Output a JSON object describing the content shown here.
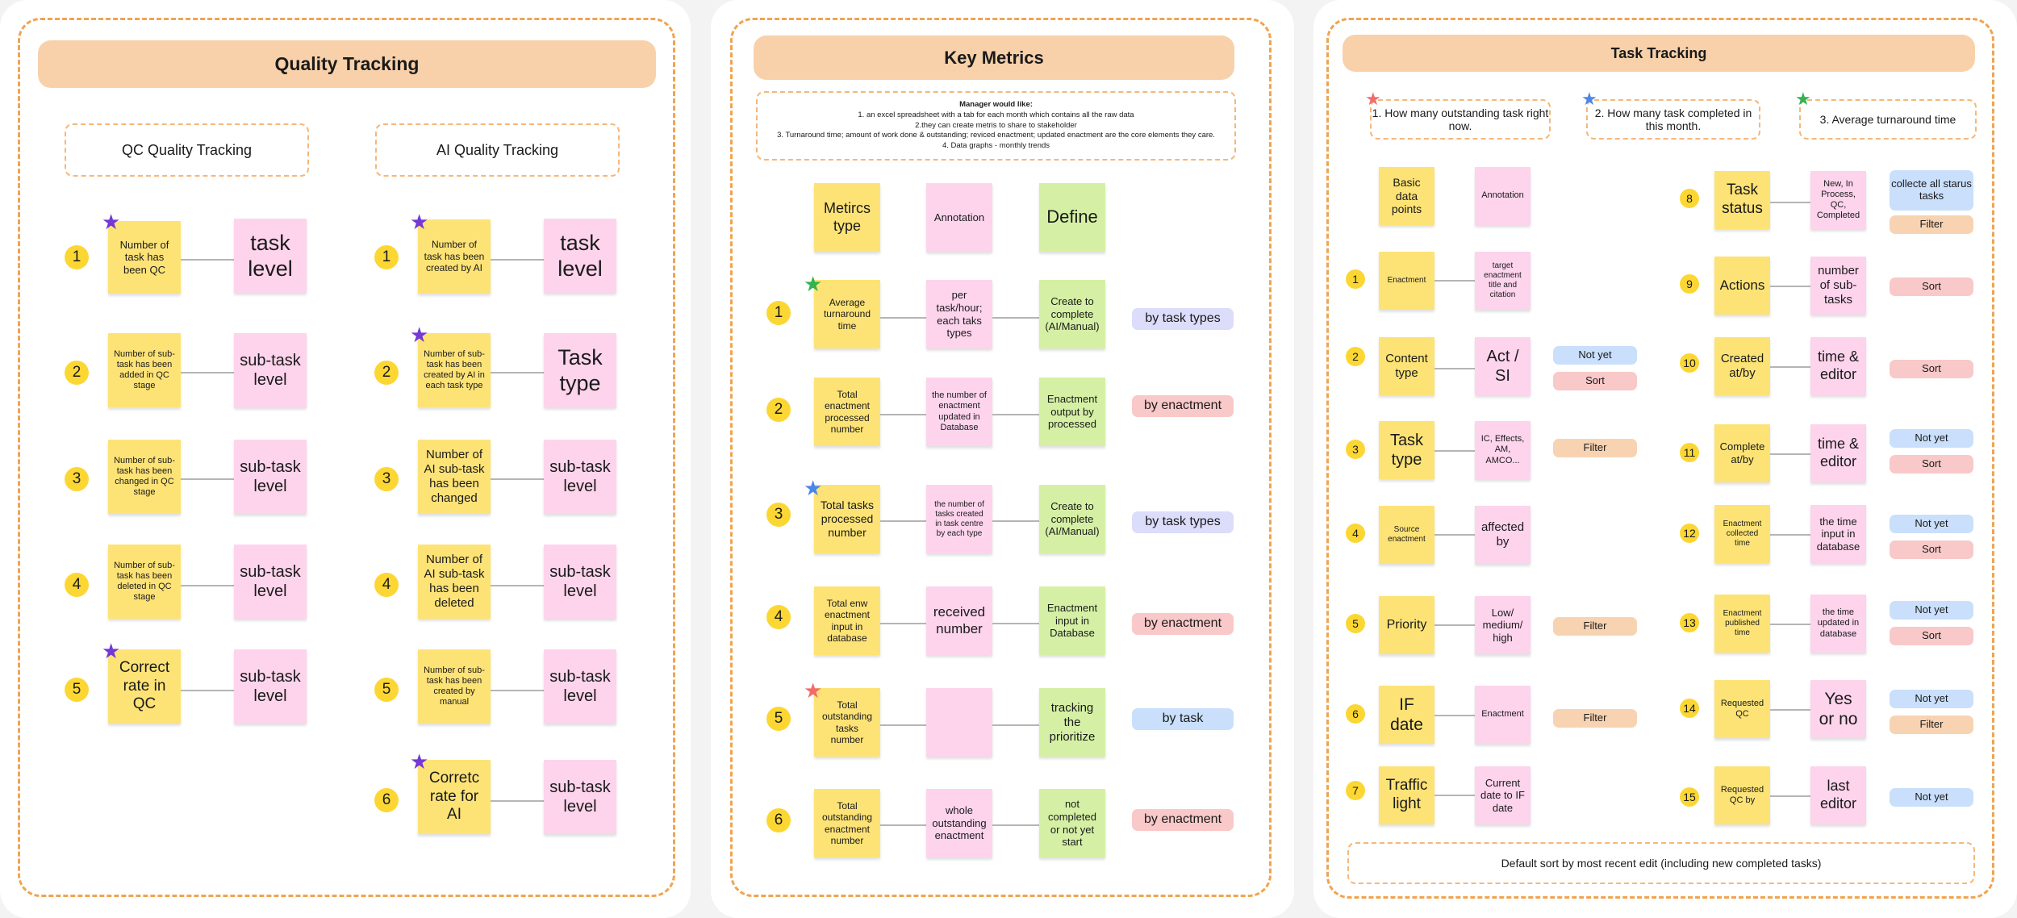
{
  "colors": {
    "frame_dash": "#f0a451",
    "title_bar": "#f8d1aa",
    "sticky_yellow": "#fde376",
    "sticky_pink": "#fdd4ec",
    "sticky_green": "#d5f0a4",
    "number_badge": "#fcd734",
    "tag_purple": "#dcdcfb",
    "tag_red": "#f9c8c8",
    "tag_blue": "#c9dffb",
    "tag_orange": "#f8d3b2",
    "star_purple": "#7338d6",
    "star_green": "#33b24f",
    "star_blue": "#4a86e8",
    "star_red": "#f26b6b"
  },
  "quality": {
    "title": "Quality Tracking",
    "qc_header": "QC Quality Tracking",
    "ai_header": "AI Quality Tracking",
    "qc_rows": [
      {
        "num": "1",
        "left": "Number of task has been QC",
        "right": "task level"
      },
      {
        "num": "2",
        "left": "Number of sub-task has been added in QC stage",
        "right": "sub-task level"
      },
      {
        "num": "3",
        "left": "Number of sub-task has been changed in QC stage",
        "right": "sub-task level"
      },
      {
        "num": "4",
        "left": "Number of sub-task has been deleted in QC stage",
        "right": "sub-task level"
      },
      {
        "num": "5",
        "left": "Correct rate in QC",
        "right": "sub-task level"
      }
    ],
    "ai_rows": [
      {
        "num": "1",
        "left": "Number of task has been created by AI",
        "right": "task level"
      },
      {
        "num": "2",
        "left": "Number of sub-task has been created by AI in each task type",
        "right": "Task type"
      },
      {
        "num": "3",
        "left": "Number of AI sub-task has been changed",
        "right": "sub-task level"
      },
      {
        "num": "4",
        "left": "Number of AI sub-task has been deleted",
        "right": "sub-task level"
      },
      {
        "num": "5",
        "left": "Number of sub-task has been created by manual",
        "right": "sub-task level"
      },
      {
        "num": "6",
        "left": "Corretc rate for AI",
        "right": "sub-task level"
      }
    ]
  },
  "metrics": {
    "title": "Key Metrics",
    "manager_title": "Manager would like:",
    "manager_lines": [
      "1. an excel spreadsheet with a tab for each month which contains all the raw data",
      "2.they can create metris to share to stakeholder",
      "3. Turnaround time; amount of work done & outstanding; reviced enactment; updated enactment are the core elements they care.",
      "4. Data graphs - monthly trends"
    ],
    "header": {
      "type": "Metircs type",
      "annotation": "Annotation",
      "define": "Define"
    },
    "rows": [
      {
        "num": "1",
        "type": "Average turnaround time",
        "annotation": "per task/hour; each taks types",
        "define": "Create to complete (AI/Manual)",
        "tag": "by task types"
      },
      {
        "num": "2",
        "type": "Total enactment processed number",
        "annotation": "the number of enactment updated in Database",
        "define": "Enactment output by processed",
        "tag": "by enactment"
      },
      {
        "num": "3",
        "type": "Total tasks processed number",
        "annotation": "the number of tasks created in task centre by each type",
        "define": "Create to complete (AI/Manual)",
        "tag": "by task types"
      },
      {
        "num": "4",
        "type": "Total enw enactment input in database",
        "annotation": "received number",
        "define": "Enactment input in Database",
        "tag": "by enactment"
      },
      {
        "num": "5",
        "type": "Total outstanding tasks number",
        "annotation": "",
        "define": "tracking the prioritize",
        "tag": "by task"
      },
      {
        "num": "6",
        "type": "Total outstanding enactment number",
        "annotation": "whole outstanding enactment",
        "define": "not completed or not yet start",
        "tag": "by enactment"
      }
    ]
  },
  "task": {
    "title": "Task Tracking",
    "questions": [
      "1. How many outstanding task right now.",
      "2. How many task completed in this month.",
      "3. Average turnaround time"
    ],
    "header": {
      "basic": "Basic data points",
      "annotation": "Annotation"
    },
    "left_rows": [
      {
        "num": "1",
        "name": "Enactment",
        "annotation": "target enactment title and citation",
        "tags": []
      },
      {
        "num": "2",
        "name": "Content type",
        "annotation": "Act / SI",
        "tags": [
          "Not yet",
          "Sort"
        ]
      },
      {
        "num": "3",
        "name": "Task type",
        "annotation": "IC, Effects, AM, AMCO...",
        "tags": [
          "Filter"
        ]
      },
      {
        "num": "4",
        "name": "Source enactment",
        "annotation": "affected by",
        "tags": []
      },
      {
        "num": "5",
        "name": "Priority",
        "annotation": "Low/ medium/ high",
        "tags": [
          "Filter"
        ]
      },
      {
        "num": "6",
        "name": "IF date",
        "annotation": "Enactment",
        "tags": [
          "Filter"
        ]
      },
      {
        "num": "7",
        "name": "Traffic light",
        "annotation": "Current date to IF date",
        "tags": []
      }
    ],
    "right_rows": [
      {
        "num": "8",
        "name": "Task status",
        "annotation": "New, In Process, QC, Completed",
        "tags": [
          "collecte all starus tasks",
          "Filter"
        ]
      },
      {
        "num": "9",
        "name": "Actions",
        "annotation": "number of sub-tasks",
        "tags": [
          "Sort"
        ]
      },
      {
        "num": "10",
        "name": "Created at/by",
        "annotation": "time & editor",
        "tags": [
          "Sort"
        ]
      },
      {
        "num": "11",
        "name": "Complete at/by",
        "annotation": "time & editor",
        "tags": [
          "Not yet",
          "Sort"
        ]
      },
      {
        "num": "12",
        "name": "Enactment collected time",
        "annotation": "the time input in database",
        "tags": [
          "Not yet",
          "Sort"
        ]
      },
      {
        "num": "13",
        "name": "Enactment published time",
        "annotation": "the time updated in database",
        "tags": [
          "Not yet",
          "Sort"
        ]
      },
      {
        "num": "14",
        "name": "Requested QC",
        "annotation": "Yes or no",
        "tags": [
          "Not yet",
          "Filter"
        ]
      },
      {
        "num": "15",
        "name": "Requested QC by",
        "annotation": "last editor",
        "tags": [
          "Not yet"
        ]
      }
    ],
    "footer": "Default sort by most recent edit (including new completed tasks)"
  }
}
